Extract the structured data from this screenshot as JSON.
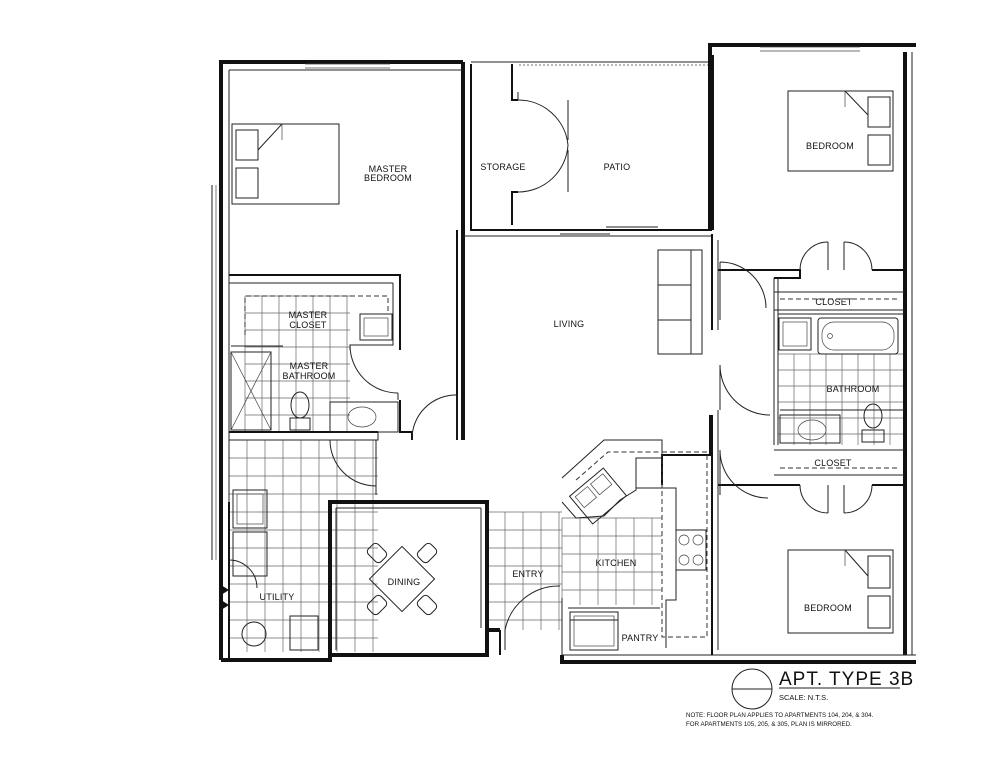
{
  "rooms": {
    "master_bedroom": "MASTER\nBEDROOM",
    "storage": "STORAGE",
    "patio": "PATIO",
    "bedroom_top": "BEDROOM",
    "closet_top": "CLOSET",
    "living": "LIVING",
    "master_closet": "MASTER\nCLOSET",
    "master_bathroom": "MASTER\nBATHROOM",
    "bathroom": "BATHROOM",
    "closet_bottom": "CLOSET",
    "kitchen": "KITCHEN",
    "entry": "ENTRY",
    "dining": "DINING",
    "utility": "UTILITY",
    "pantry": "PANTRY",
    "bedroom_bottom": "BEDROOM"
  },
  "title_block": {
    "title": "APT. TYPE 3B",
    "scale": "SCALE: N.T.S.",
    "note_line1": "NOTE: FLOOR PLAN APPLIES TO APARTMENTS 104, 204, & 304.",
    "note_line2": "FOR APARTMENTS 105, 205, & 305, PLAN IS MIRRORED."
  }
}
